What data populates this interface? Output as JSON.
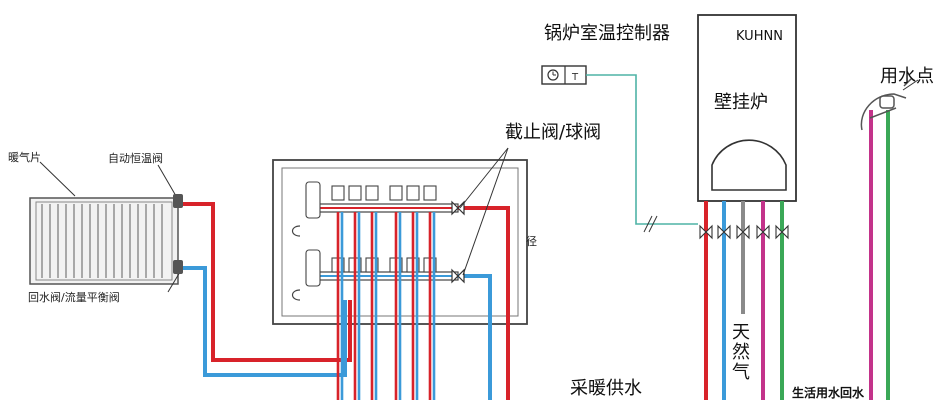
{
  "labels": {
    "boiler_thermostat": "锅炉室温控制器",
    "boiler_brand": "KUHNN",
    "wall_boiler": "壁挂炉",
    "water_point": "用水点",
    "stop_valve": "截止阀/球阀",
    "radiator": "暖气片",
    "auto_thermo_valve": "自动恒温阀",
    "return_valve": "回水阀/流量平衡阀",
    "pipe_diameter": "径",
    "natural_gas": "天然气",
    "heating_supply": "采暖供水",
    "domestic_return": "生活用水回水"
  },
  "colors": {
    "supply": "#d8232a",
    "return": "#3b9ad9",
    "gas": "#8a8a8a",
    "domestic_hot": "#c3338a",
    "domestic_cold": "#3aa857",
    "signal": "#4fb3a6",
    "outline": "#333333"
  },
  "icons": {
    "thermostat": "thermostat-icon",
    "valve": "valve-icon",
    "faucet": "faucet-icon",
    "radiator": "radiator-icon",
    "manifold": "manifold-icon"
  }
}
